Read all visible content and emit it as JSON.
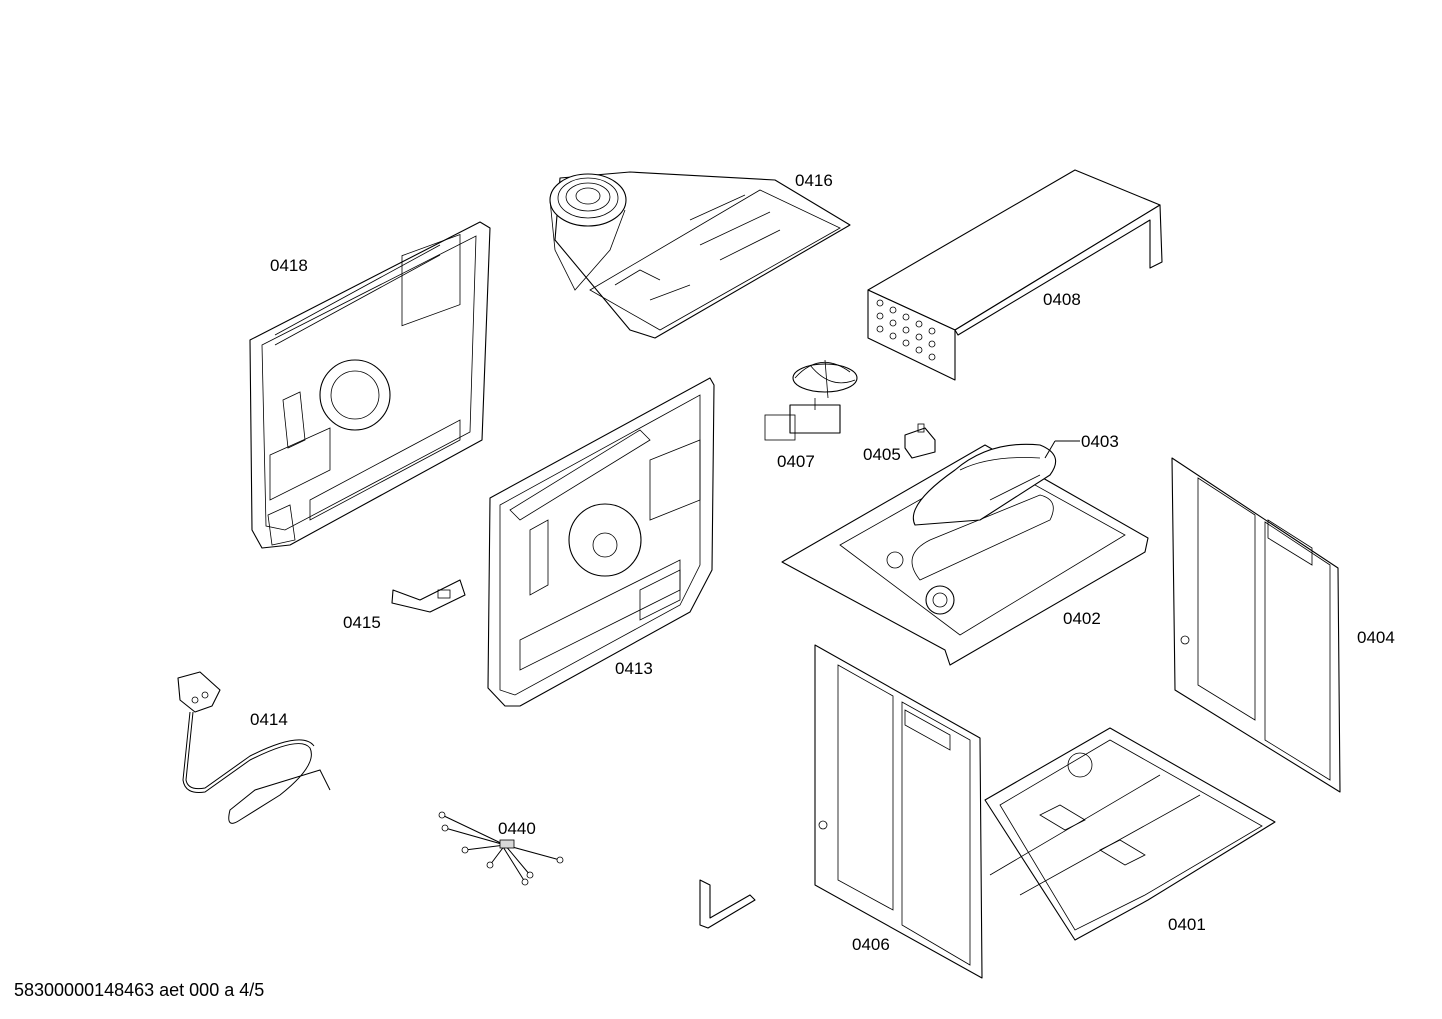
{
  "parts": {
    "p0401": "0401",
    "p0402": "0402",
    "p0403": "0403",
    "p0404": "0404",
    "p0405": "0405",
    "p0406": "0406",
    "p0407": "0407",
    "p0408": "0408",
    "p0413": "0413",
    "p0414": "0414",
    "p0415": "0415",
    "p0416": "0416",
    "p0418": "0418",
    "p0440": "0440"
  },
  "footer": "58300000148463 aet 000 a 4/5"
}
